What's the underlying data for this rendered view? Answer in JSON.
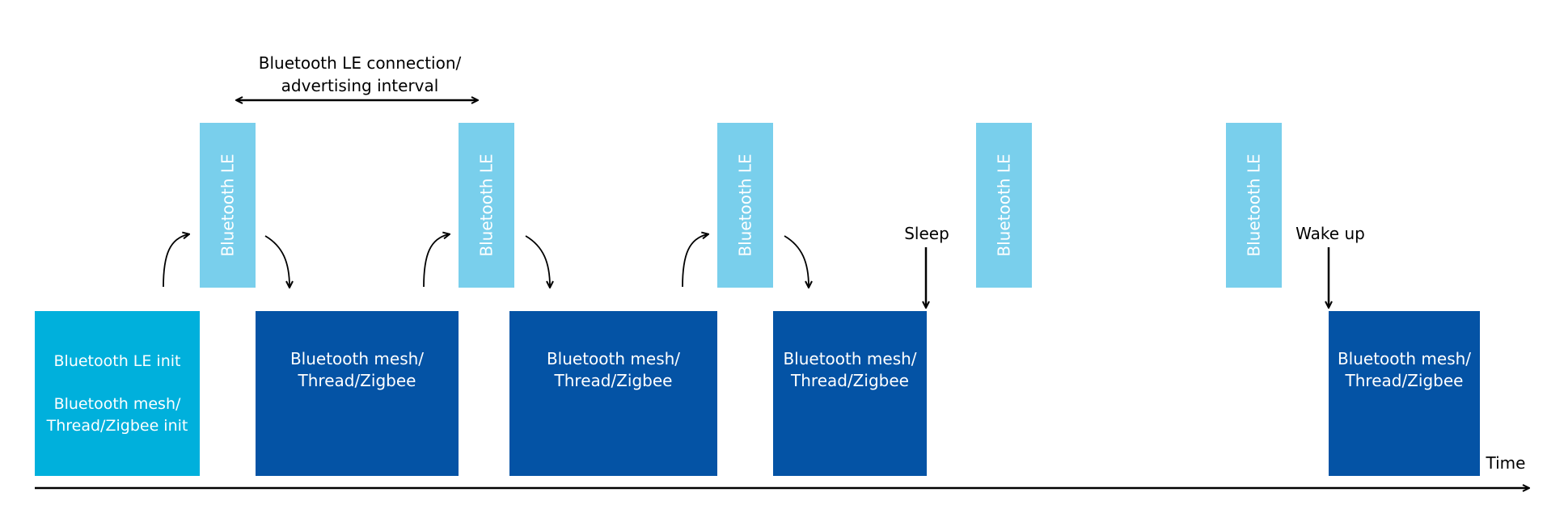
{
  "interval_label_line1": "Bluetooth LE connection/",
  "interval_label_line2": "advertising interval",
  "ble_block_label": "Bluetooth LE",
  "init_block": {
    "line1": "Bluetooth LE init",
    "line2": "Bluetooth mesh/",
    "line3": "Thread/Zigbee init"
  },
  "mesh_block_line1": "Bluetooth mesh/",
  "mesh_block_line2": "Thread/Zigbee",
  "sleep_label": "Sleep",
  "wake_label": "Wake up",
  "time_label": "Time",
  "colors": {
    "init": "#00b0dc",
    "mesh": "#0453a5",
    "ble": "#79cfec"
  }
}
